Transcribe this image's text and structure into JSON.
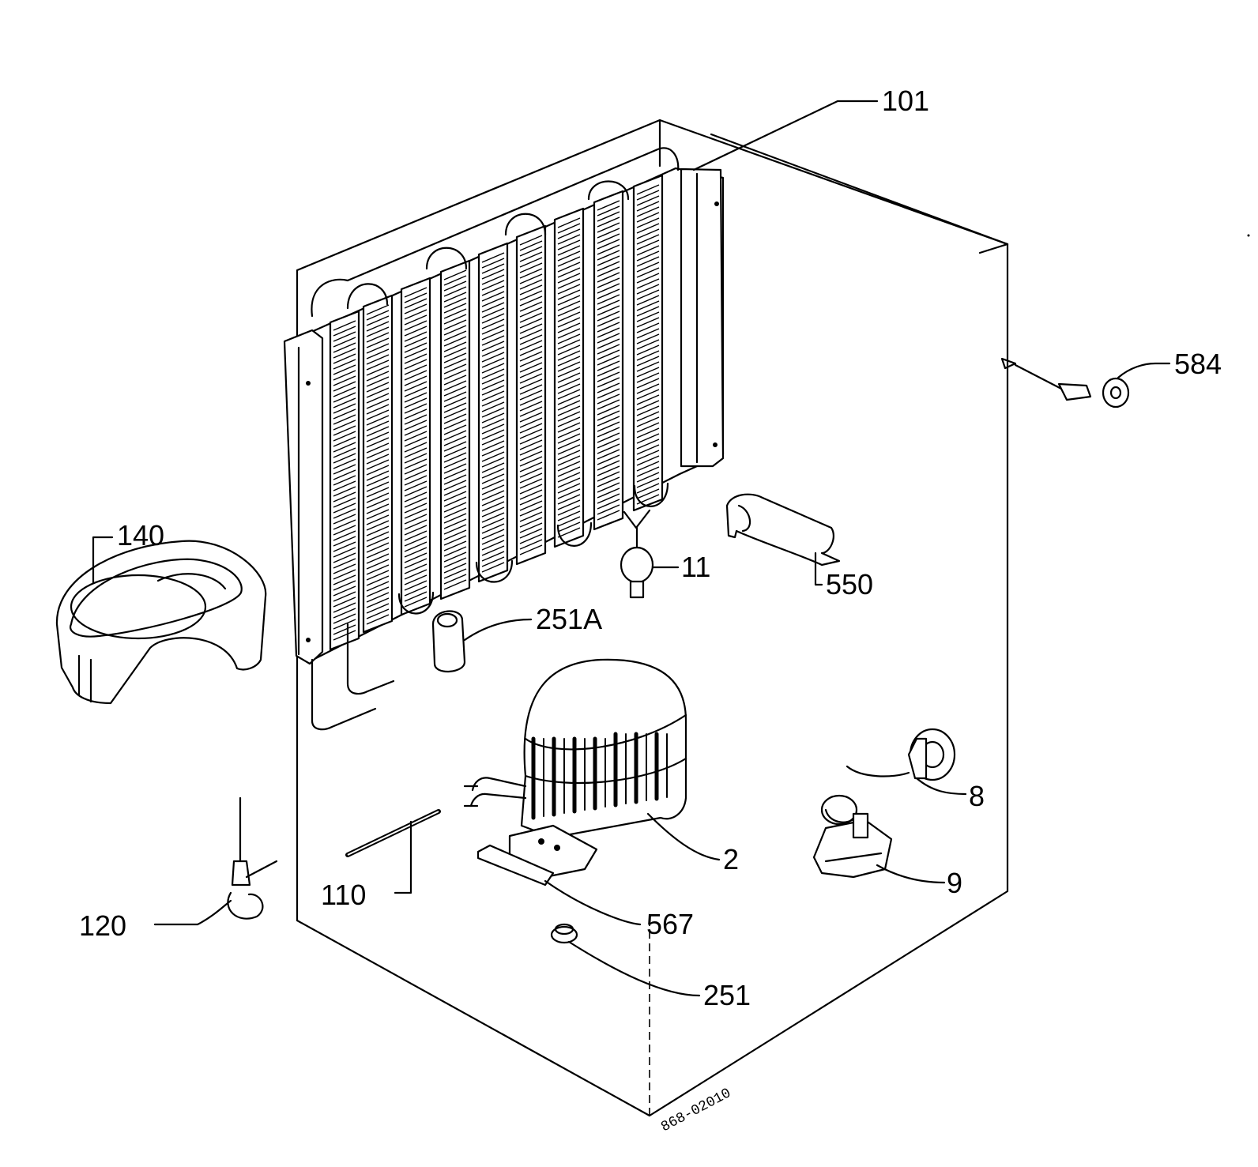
{
  "diagram": {
    "drawing_code": "868-02010",
    "callouts": [
      {
        "id": "101",
        "label": "101"
      },
      {
        "id": "584",
        "label": "584"
      },
      {
        "id": "140",
        "label": "140"
      },
      {
        "id": "11",
        "label": "11"
      },
      {
        "id": "550",
        "label": "550"
      },
      {
        "id": "251A",
        "label": "251A"
      },
      {
        "id": "8",
        "label": "8"
      },
      {
        "id": "2",
        "label": "2"
      },
      {
        "id": "9",
        "label": "9"
      },
      {
        "id": "110",
        "label": "110"
      },
      {
        "id": "120",
        "label": "120"
      },
      {
        "id": "567",
        "label": "567"
      },
      {
        "id": "251",
        "label": "251"
      }
    ],
    "parts": [
      {
        "callout": "101",
        "icon": "condenser-coil-icon"
      },
      {
        "callout": "584",
        "icon": "sensor-wire-icon"
      },
      {
        "callout": "140",
        "icon": "drip-tray-icon"
      },
      {
        "callout": "11",
        "icon": "drier-valve-icon"
      },
      {
        "callout": "550",
        "icon": "clip-bracket-icon"
      },
      {
        "callout": "251A",
        "icon": "sleeve-icon"
      },
      {
        "callout": "8",
        "icon": "overload-relay-icon"
      },
      {
        "callout": "2",
        "icon": "compressor-icon"
      },
      {
        "callout": "9",
        "icon": "start-relay-icon"
      },
      {
        "callout": "110",
        "icon": "tube-icon"
      },
      {
        "callout": "120",
        "icon": "capillary-filter-icon"
      },
      {
        "callout": "567",
        "icon": "mounting-plate-icon"
      },
      {
        "callout": "251",
        "icon": "grommet-icon"
      }
    ]
  }
}
